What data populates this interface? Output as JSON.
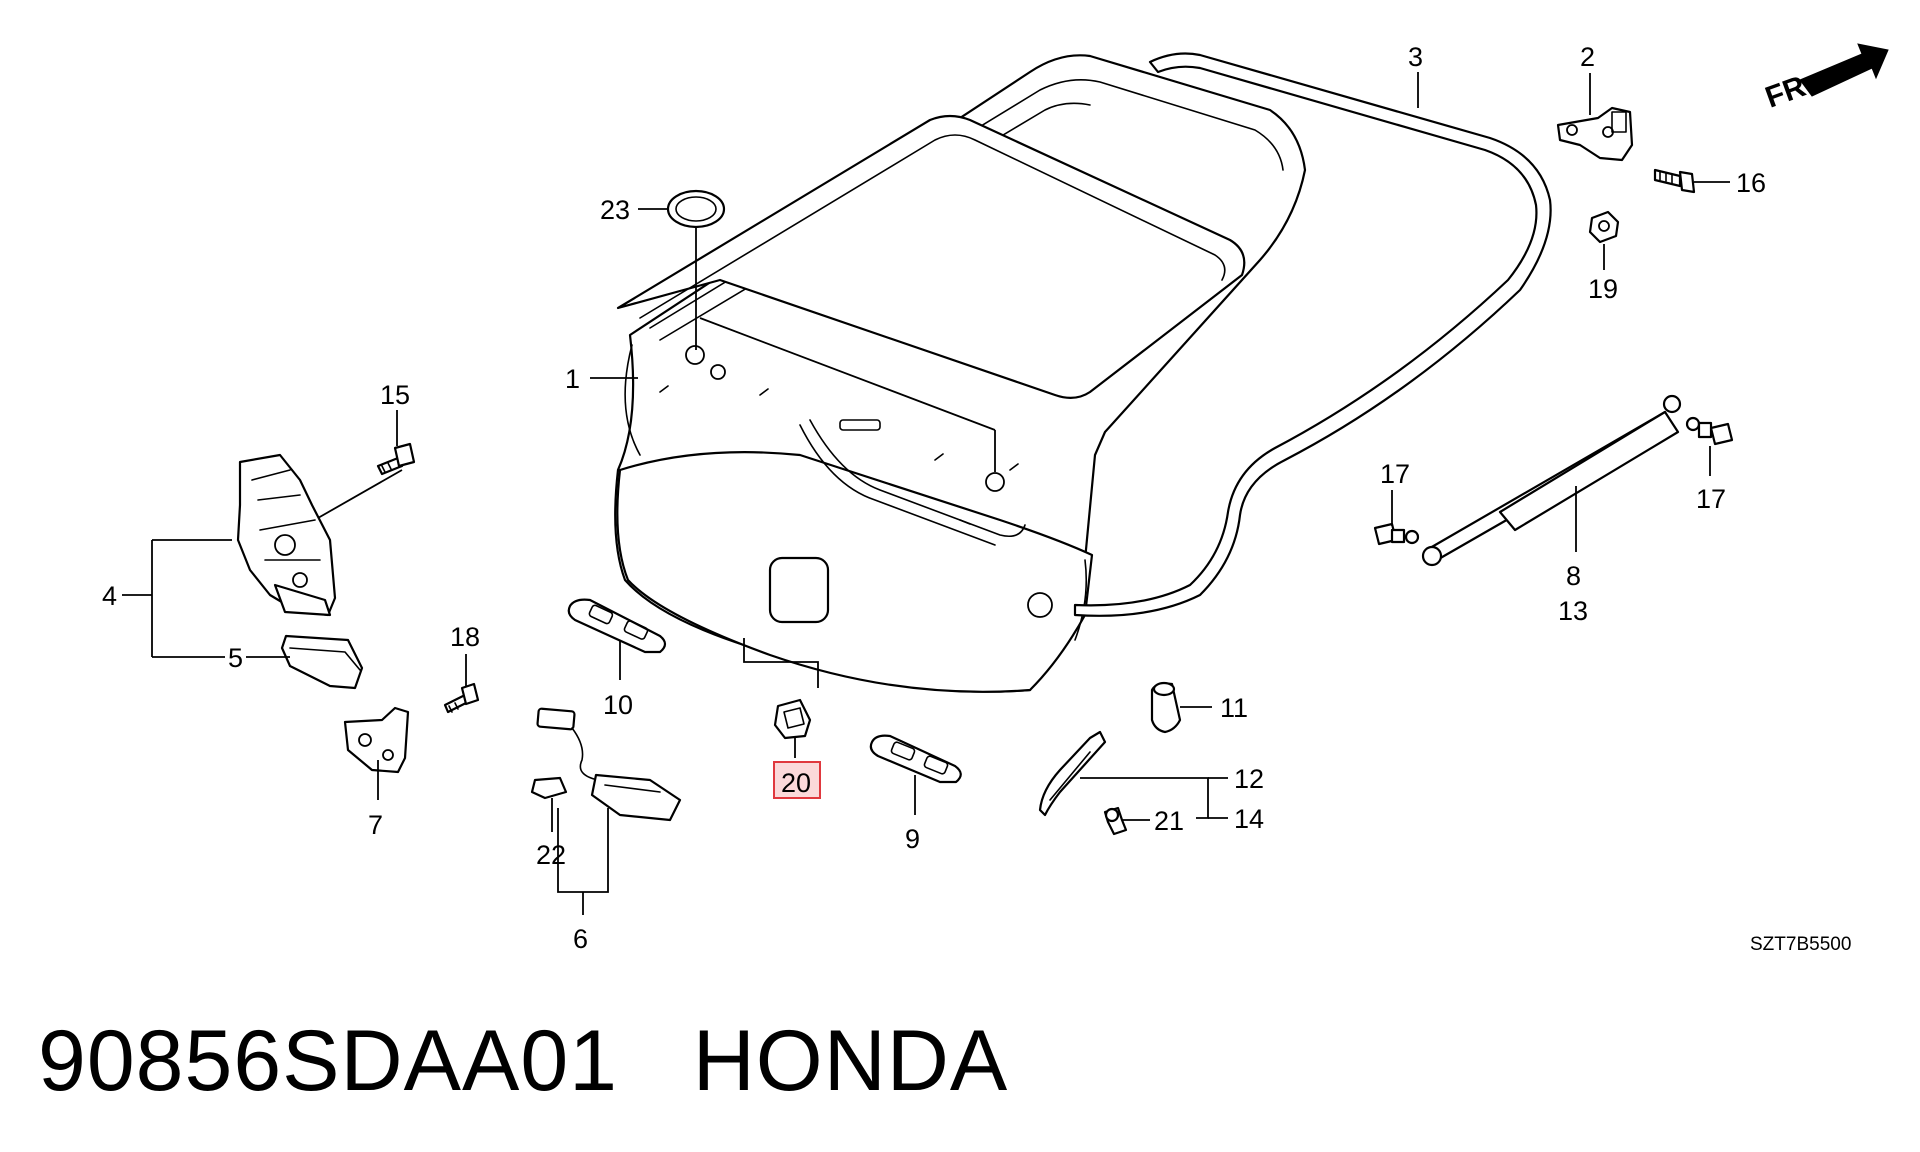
{
  "diagram": {
    "code": "SZT7B5500",
    "front_indicator": "FR.",
    "highlight_color": "#e0383e",
    "highlighted_callout": "20",
    "callouts": {
      "c1": "1",
      "c2": "2",
      "c3": "3",
      "c4": "4",
      "c5": "5",
      "c6": "6",
      "c7": "7",
      "c8": "8",
      "c9": "9",
      "c10": "10",
      "c11": "11",
      "c12": "12",
      "c13": "13",
      "c14": "14",
      "c15": "15",
      "c16": "16",
      "c17a": "17",
      "c17b": "17",
      "c18": "18",
      "c19": "19",
      "c20": "20",
      "c21": "21",
      "c22": "22",
      "c23": "23"
    }
  },
  "caption": {
    "part_number": "90856SDAA01",
    "brand": "HONDA"
  }
}
